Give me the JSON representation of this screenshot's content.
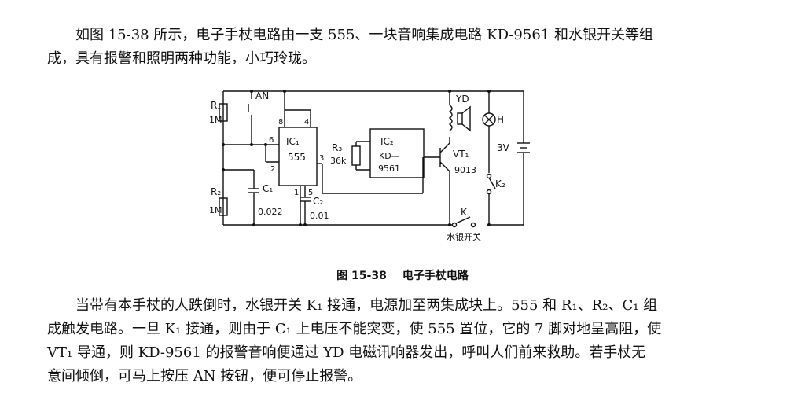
{
  "intro_paragraph": {
    "lines": [
      "如图 15-38 所示，电子手杖电路由一支 555、一块音响集成电路 KD-9561 和水银开关等组",
      "成，具有报警和照明两种功能，小巧玲珑。"
    ]
  },
  "figure": {
    "caption_number": "图 15-38",
    "caption_title": "电子手杖电路",
    "labels": {
      "r1": "R₁",
      "r1_value": "1M",
      "an": "AN",
      "r2": "R₂",
      "r2_value": "1M",
      "c1": "C₁",
      "c1_value": "0.022",
      "c2": "C₂",
      "c2_value": "0.01",
      "ic1": "IC₁",
      "ic1_part": "555",
      "pin8": "8",
      "pin4": "4",
      "pin6": "6",
      "pin2": "2",
      "pin1": "1",
      "pin5": "5",
      "pin3": "3",
      "r3": "R₃",
      "r3_value": "36k",
      "ic2": "IC₂",
      "ic2_part_line1": "KD—",
      "ic2_part_line2": "9561",
      "yd": "YD",
      "vt1": "VT₁",
      "vt1_part": "9013",
      "h": "H",
      "battery": "3V",
      "k2": "K₂",
      "k1": "K₁",
      "mercury_switch": "水银开关"
    }
  },
  "explanation_paragraph": {
    "lines": [
      "当带有本手杖的人跌倒时，水银开关 K₁ 接通，电源加至两集成块上。555 和 R₁、R₂、C₁ 组",
      "成触发电路。一旦 K₁ 接通，则由于 C₁ 上电压不能突变，使 555 置位，它的 7 脚对地呈高阻，使",
      "VT₁ 导通，则 KD-9561 的报警音响便通过 YD 电磁讯响器发出，呼叫人们前来救助。若手杖无",
      "意间倾倒，可马上按压 AN 按钮，便可停止报警。"
    ]
  }
}
